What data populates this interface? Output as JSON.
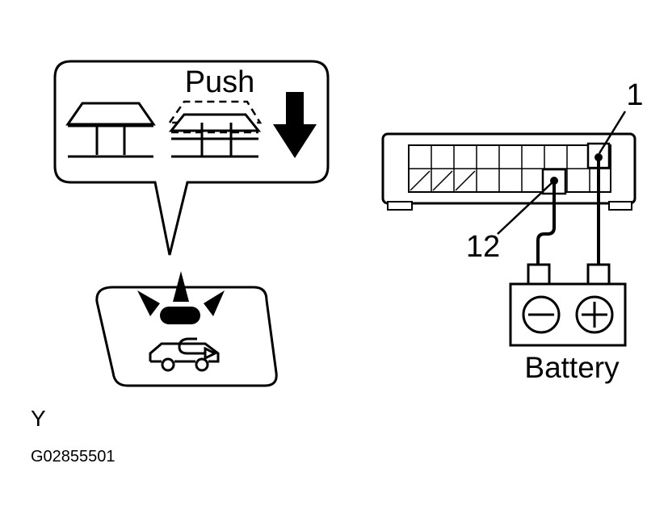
{
  "callout": {
    "push_label": "Push"
  },
  "connector": {
    "pin_a_label": "1",
    "pin_b_label": "12"
  },
  "battery": {
    "label": "Battery",
    "negative_symbol": "minus-icon",
    "positive_symbol": "plus-icon"
  },
  "figure": {
    "side_label": "Y",
    "code": "G02855501"
  },
  "icons": {
    "switch_released": "switch-released-icon",
    "switch_pressed": "switch-pressed-icon",
    "push_arrow": "arrow-down-icon",
    "recirculation": "air-recirculation-icon"
  },
  "colors": {
    "ink": "#000000",
    "paper": "#ffffff"
  }
}
